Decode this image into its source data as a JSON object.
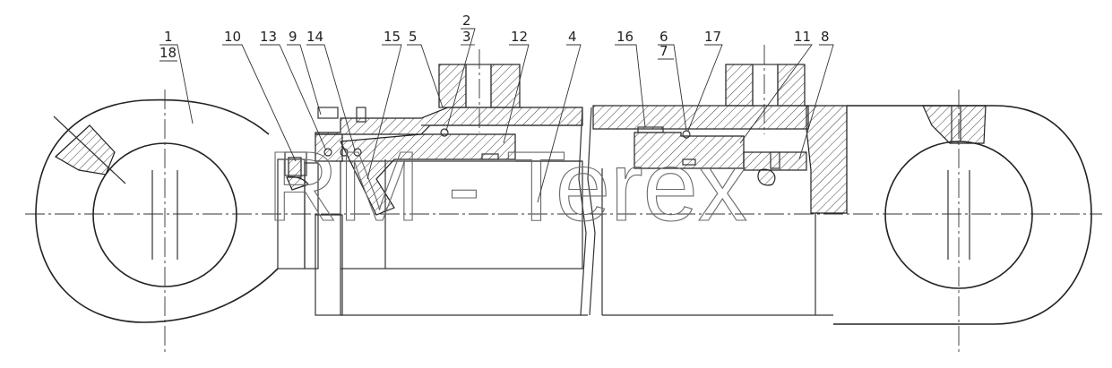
{
  "watermark": "RM - Terex",
  "callouts": [
    {
      "id": "c1",
      "text": "1"
    },
    {
      "id": "c18",
      "text": "18"
    },
    {
      "id": "c10",
      "text": "10"
    },
    {
      "id": "c13",
      "text": "13"
    },
    {
      "id": "c9",
      "text": "9"
    },
    {
      "id": "c14",
      "text": "14"
    },
    {
      "id": "c15",
      "text": "15"
    },
    {
      "id": "c5",
      "text": "5"
    },
    {
      "id": "c2",
      "text": "2"
    },
    {
      "id": "c3",
      "text": "3"
    },
    {
      "id": "c12",
      "text": "12"
    },
    {
      "id": "c4",
      "text": "4"
    },
    {
      "id": "c16",
      "text": "16"
    },
    {
      "id": "c6",
      "text": "6"
    },
    {
      "id": "c7",
      "text": "7"
    },
    {
      "id": "c17",
      "text": "17"
    },
    {
      "id": "c11",
      "text": "11"
    },
    {
      "id": "c8",
      "text": "8"
    }
  ]
}
